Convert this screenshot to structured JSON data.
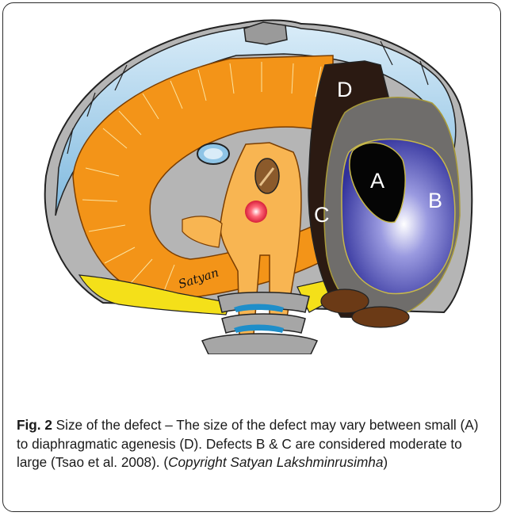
{
  "figure": {
    "labels": {
      "a": "A",
      "b": "B",
      "c": "C",
      "d": "D"
    },
    "signature": "Satyan",
    "colors": {
      "diaphragm": "#f39418",
      "lung_dark": "#2b1a12",
      "lung_gray": "#6f6d6b",
      "defect_blue": "#3838a8",
      "rib_blue": "#8ec4e6",
      "vertebra_gray": "#a6a6a6",
      "nerve_yellow": "#f4e019"
    }
  },
  "caption": {
    "fig_label": "Fig. 2",
    "text": " Size of the defect – The size of the defect may vary between small (A) to diaphragmatic agenesis (D). Defects B & C are considered moderate to large (Tsao et al. 2008). (",
    "copyright": "Copyright Satyan Lakshminrusimha",
    "close": ")"
  }
}
